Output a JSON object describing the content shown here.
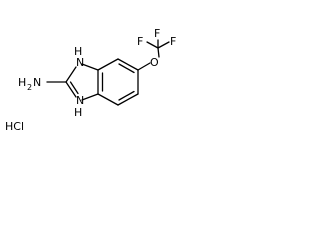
{
  "molecule": {
    "atoms": {
      "f_top": "F",
      "f_right": "F",
      "f_left": "F",
      "o": "O",
      "nh_top": "N",
      "nh_top_h": "H",
      "nh_bottom": "N",
      "nh_bottom_h": "H",
      "amine_n": "N",
      "amine_h": "H",
      "amine_h_sub": "2"
    },
    "salt": "HCl"
  }
}
